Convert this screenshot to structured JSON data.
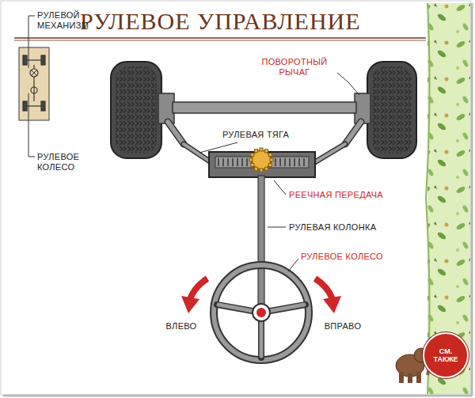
{
  "diagram": {
    "title": "РУЛЕВОЕ УПРАВЛЕНИЕ",
    "nodes": [
      {
        "text": [
          "СМ. ТАКЖЕ"
        ]
      }
    ],
    "labels": [
      "РУЛЕВОЙ МЕХАНИЗМ",
      "ПОВОРОТНЫЙ РЫЧАГ",
      "РУЛЕВАЯ ТЯГА",
      "РЕЕЧНАЯ ПЕРЕДАЧА",
      "РУЛЕВАЯ КОЛОНКА",
      "РУЛЕВОЕ КОЛЕСО",
      "РУЛЕВОЕ КОЛЕСО",
      "ВЛЕВО",
      "ВПРАВО"
    ]
  }
}
